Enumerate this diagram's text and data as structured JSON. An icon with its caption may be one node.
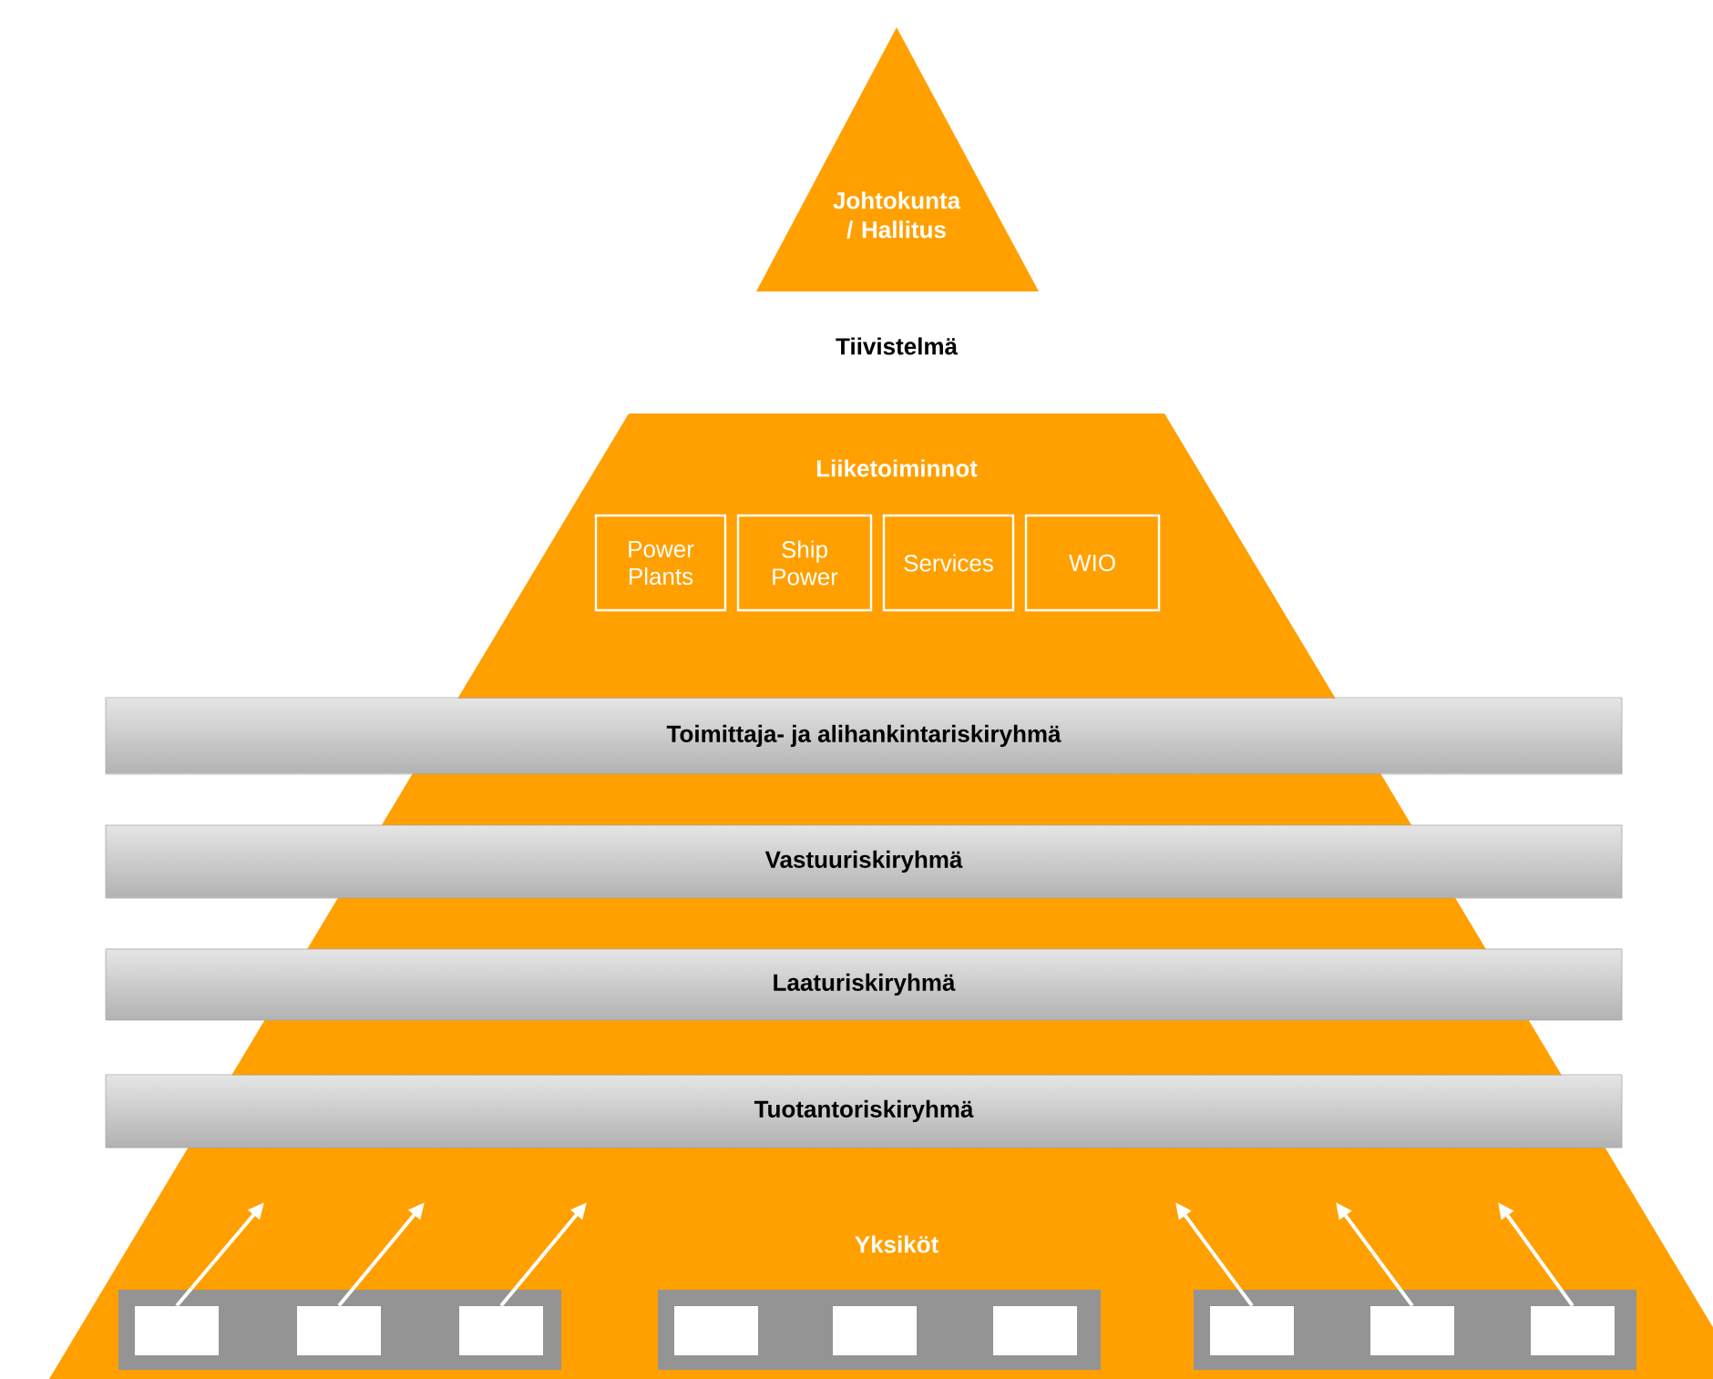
{
  "diagram": {
    "nodes": [
      {
        "text": [
          "Johtokunta / Hallitus"
        ]
      },
      {
        "text": [
          "Liiketoiminnot"
        ]
      },
      {
        "text": [
          "Power Plants"
        ],
        "in": 1
      },
      {
        "text": [
          "Ship Power"
        ],
        "in": 1
      },
      {
        "text": [
          "Services"
        ],
        "in": 1
      },
      {
        "text": [
          "WIO"
        ],
        "in": 1
      },
      {
        "text": [
          "Toimittaja- ja alihankintariskiryhmä"
        ]
      },
      {
        "text": [
          "Vastuuriskiryhmä"
        ]
      },
      {
        "text": [
          "Laaturiskiryhmä"
        ]
      },
      {
        "text": [
          "Tuotantoriskiryhmä"
        ]
      },
      {
        "text": [
          "Yksiköt"
        ]
      },
      {
        "text": [],
        "shape": "bar",
        "in": 10
      },
      {
        "text": [],
        "shape": "bar",
        "in": 10
      },
      {
        "text": [],
        "shape": "bar",
        "in": 10
      },
      {
        "text": [],
        "shape": "box",
        "in": 11
      },
      {
        "text": [],
        "shape": "box",
        "in": 11
      },
      {
        "text": [],
        "shape": "box",
        "in": 11
      },
      {
        "text": [],
        "shape": "box",
        "in": 12
      },
      {
        "text": [],
        "shape": "box",
        "in": 12
      },
      {
        "text": [],
        "shape": "box",
        "in": 12
      },
      {
        "text": [],
        "shape": "box",
        "in": 13
      },
      {
        "text": [],
        "shape": "box",
        "in": 13
      },
      {
        "text": [],
        "shape": "box",
        "in": 13
      }
    ],
    "edges": [
      {
        "from": 14,
        "to": null,
        "arrow": "to"
      },
      {
        "from": 15,
        "to": null,
        "arrow": "to"
      },
      {
        "from": 16,
        "to": null,
        "arrow": "to"
      },
      {
        "from": 20,
        "to": null,
        "arrow": "to"
      },
      {
        "from": 21,
        "to": null,
        "arrow": "to"
      },
      {
        "from": 22,
        "to": null,
        "arrow": "to"
      }
    ],
    "labels": [
      "Tiivistelmä"
    ]
  }
}
